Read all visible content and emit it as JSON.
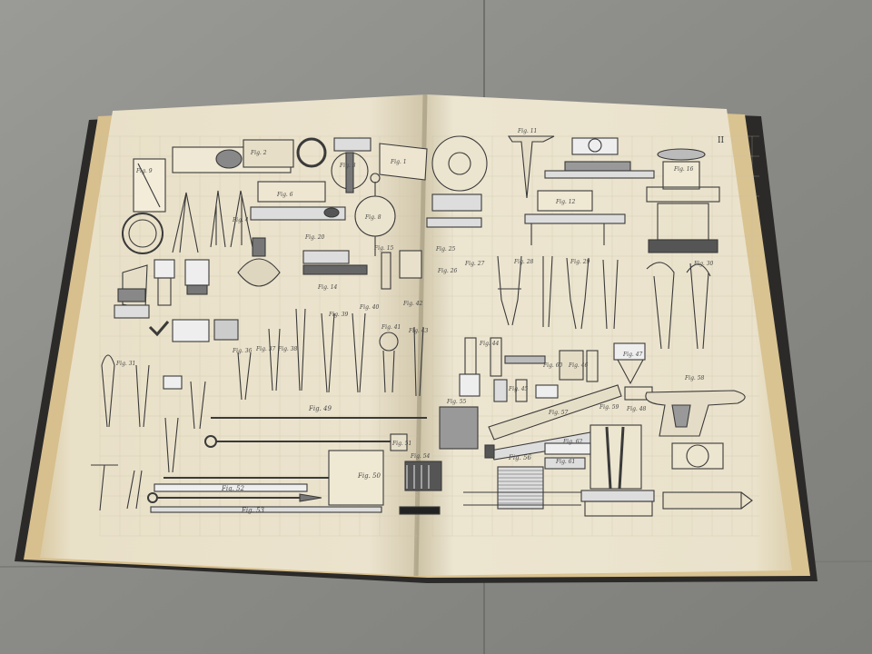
{
  "page": {
    "page_number": "II"
  },
  "palette": {
    "floor": "#8d8d89",
    "cover": "#2b2a28",
    "paper": "#e8dfc6",
    "paper_edge": "#d9c49a",
    "ink": "#3a3a3a"
  },
  "left_page": {
    "figure_captions": [
      "Fig. 1",
      "Fig. 2",
      "Fig. 3",
      "Fig. 4",
      "Fig. 6",
      "Fig. 8",
      "Fig. 9",
      "Fig. 14",
      "Fig. 15",
      "Fig. 20",
      "Fig. 31",
      "Fig. 36",
      "Fig. 37",
      "Fig. 38",
      "Fig. 39",
      "Fig. 40",
      "Fig. 41",
      "Fig. 42",
      "Fig. 43",
      "Fig. 49",
      "Fig. 50",
      "Fig. 51",
      "Fig. 52",
      "Fig. 53",
      "Fig. 54"
    ]
  },
  "right_page": {
    "figure_captions": [
      "Fig. 11",
      "Fig. 12",
      "Fig. 16",
      "Fig. 25",
      "Fig. 26",
      "Fig. 27",
      "Fig. 28",
      "Fig. 29",
      "Fig. 30",
      "Fig. 44",
      "Fig. 45",
      "Fig. 46",
      "Fig. 47",
      "Fig. 48",
      "Fig. 55",
      "Fig. 56",
      "Fig. 57",
      "Fig. 58",
      "Fig. 59",
      "Fig. 60",
      "Fig. 61",
      "Fig. 62"
    ]
  }
}
